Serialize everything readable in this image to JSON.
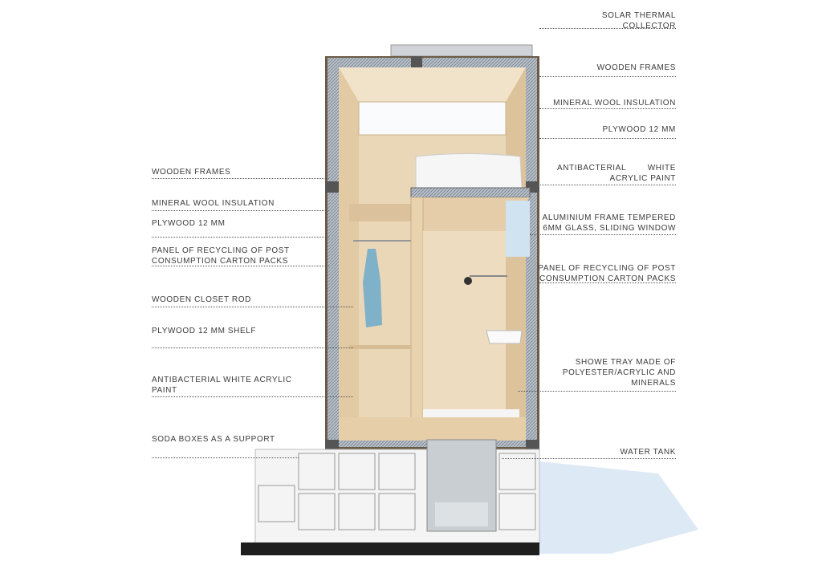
{
  "left_labels": [
    {
      "lines": [
        "WOODEN FRAMES"
      ]
    },
    {
      "lines": [
        "MINERAL WOOL INSULATION"
      ]
    },
    {
      "lines": [
        "PLYWOOD 12 MM"
      ]
    },
    {
      "lines": [
        "PANEL OF RECYCLING OF POST",
        "CONSUMPTION CARTON PACKS"
      ]
    },
    {
      "lines": [
        "WOODEN CLOSET ROD"
      ]
    },
    {
      "lines": [
        "PLYWOOD 12 MM SHELF"
      ]
    },
    {
      "lines": [
        "ANTIBACTERIAL WHITE ACRYLIC",
        "PAINT"
      ]
    },
    {
      "lines": [
        "SODA BOXES AS A SUPPORT"
      ]
    }
  ],
  "right_labels": [
    {
      "lines": [
        "SOLAR THERMAL",
        "COLLECTOR"
      ]
    },
    {
      "lines": [
        "WOODEN FRAMES"
      ]
    },
    {
      "lines": [
        "MINERAL WOOL INSULATION"
      ]
    },
    {
      "lines": [
        "PLYWOOD 12 MM"
      ]
    },
    {
      "lines": [
        "ANTIBACTERIAL        WHITE",
        "ACRYLIC PAINT"
      ]
    },
    {
      "lines": [
        "ALUMINIUM FRAME TEMPERED",
        "6MM GLASS, SLIDING WINDOW"
      ]
    },
    {
      "lines": [
        "PANEL OF RECYCLING OF POST",
        "CONSUMPTION CARTON PACKS"
      ]
    },
    {
      "lines": [
        "SHOWE TRAY MADE OF",
        "POLYESTER/ACRYLIC AND",
        "MINERALS"
      ]
    },
    {
      "lines": [
        "WATER TANK"
      ]
    }
  ],
  "colors": {
    "wood": "#ead7b8",
    "wall": "#9aa3ad",
    "frame": "#5a5a5a",
    "shadow": "#dde9f5",
    "base": "#1e1e1e"
  }
}
